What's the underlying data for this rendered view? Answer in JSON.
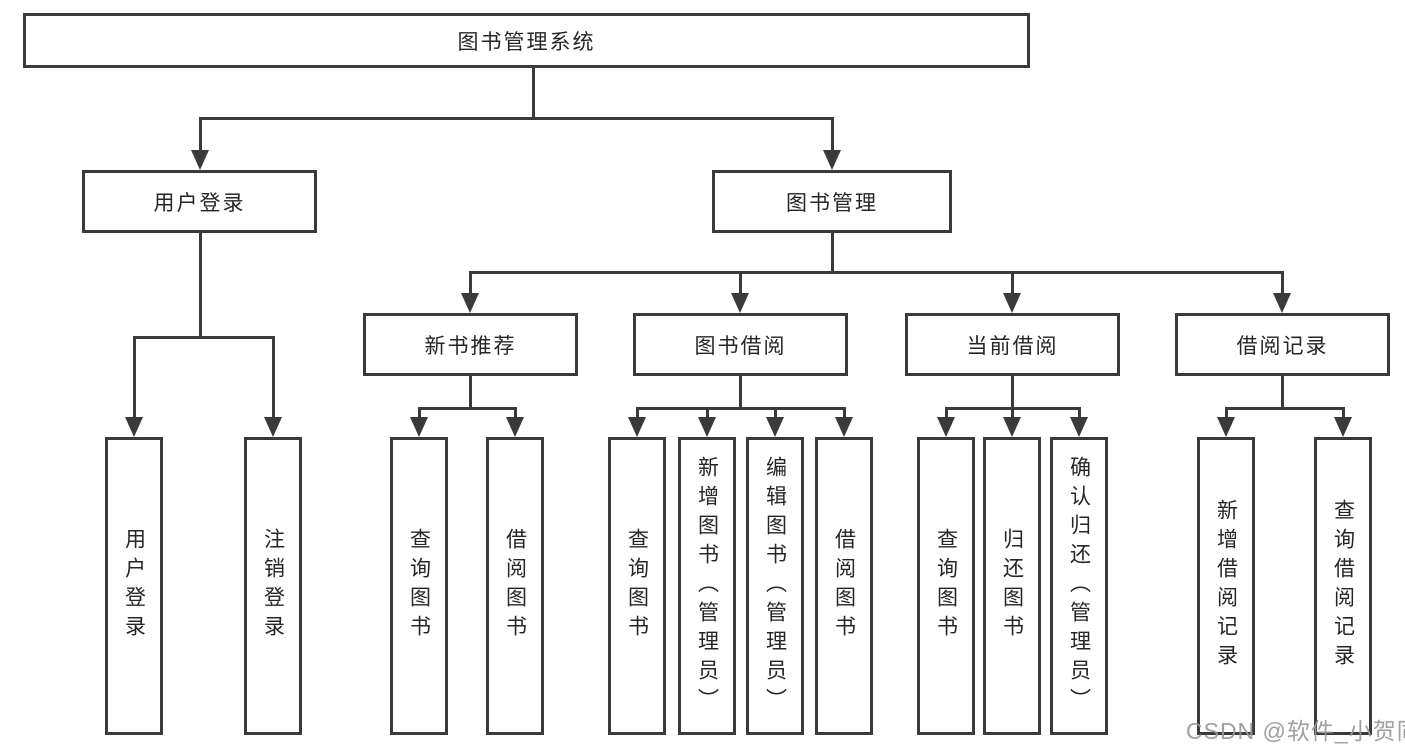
{
  "colors": {
    "line": "#3a3a3a",
    "box_border": "#3a3a3a",
    "text": "#262626",
    "background": "#ffffff",
    "watermark": "#989898"
  },
  "watermark": "CSDN @软件_小贺同学",
  "tree": {
    "root": "图书管理系统",
    "branches": [
      {
        "label": "用户登录",
        "leaves": [
          "用户登录",
          "注销登录"
        ]
      },
      {
        "label": "图书管理",
        "children": [
          {
            "label": "新书推荐",
            "leaves": [
              "查询图书",
              "借阅图书"
            ]
          },
          {
            "label": "图书借阅",
            "leaves": [
              "查询图书",
              "新增图书（管理员）",
              "编辑图书（管理员）",
              "借阅图书"
            ]
          },
          {
            "label": "当前借阅",
            "leaves": [
              "查询图书",
              "归还图书",
              "确认归还（管理员）"
            ]
          },
          {
            "label": "借阅记录",
            "leaves": [
              "新增借阅记录",
              "查询借阅记录"
            ]
          }
        ]
      }
    ]
  }
}
